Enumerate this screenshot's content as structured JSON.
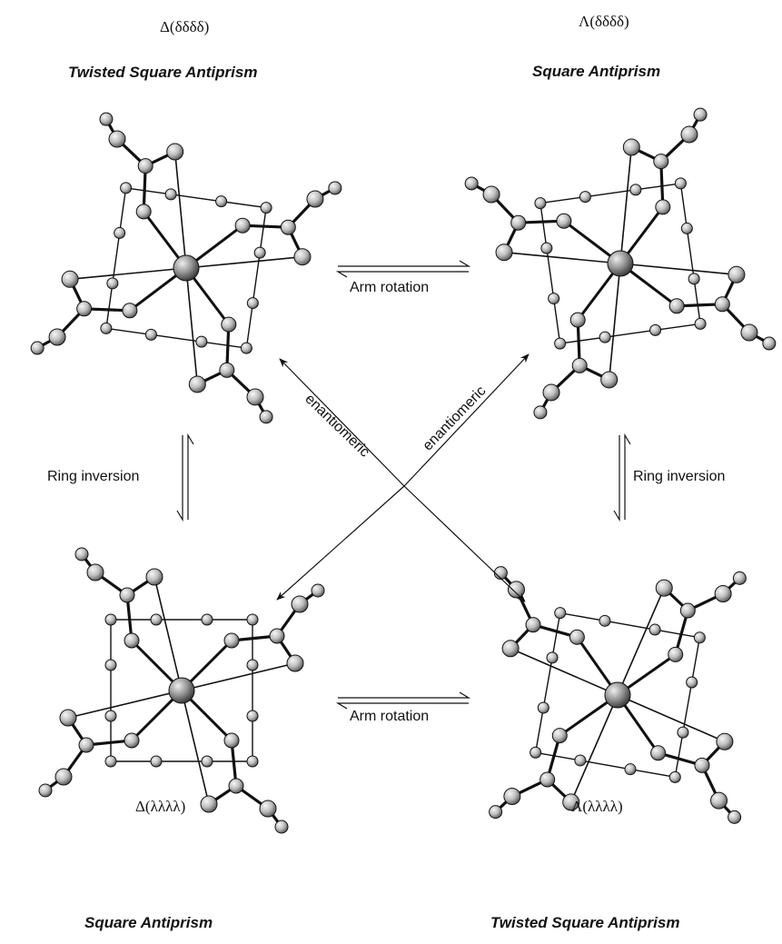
{
  "molecules": [
    {
      "id": "top-left",
      "config": "Δ(δδδδ)",
      "geometry": "Twisted Square Antiprism"
    },
    {
      "id": "top-right",
      "config": "Λ(δδδδ)",
      "geometry": "Square Antiprism"
    },
    {
      "id": "bottom-left",
      "config": "Δ(λλλλ)",
      "geometry": "Square Antiprism"
    },
    {
      "id": "bottom-right",
      "config": "Λ(λλλλ)",
      "geometry": "Twisted Square Antiprism"
    }
  ],
  "processes": {
    "arm_rotation_top": "Arm rotation",
    "arm_rotation_bottom": "Arm rotation",
    "ring_inversion_left": "Ring inversion",
    "ring_inversion_right": "Ring inversion",
    "enantiomeric_a": "enantiomeric",
    "enantiomeric_b": "enantiomeric"
  },
  "colors": {
    "ink": "#111111",
    "atom": "#bdbdbd",
    "atom_highlight": "#f4f4f4"
  }
}
